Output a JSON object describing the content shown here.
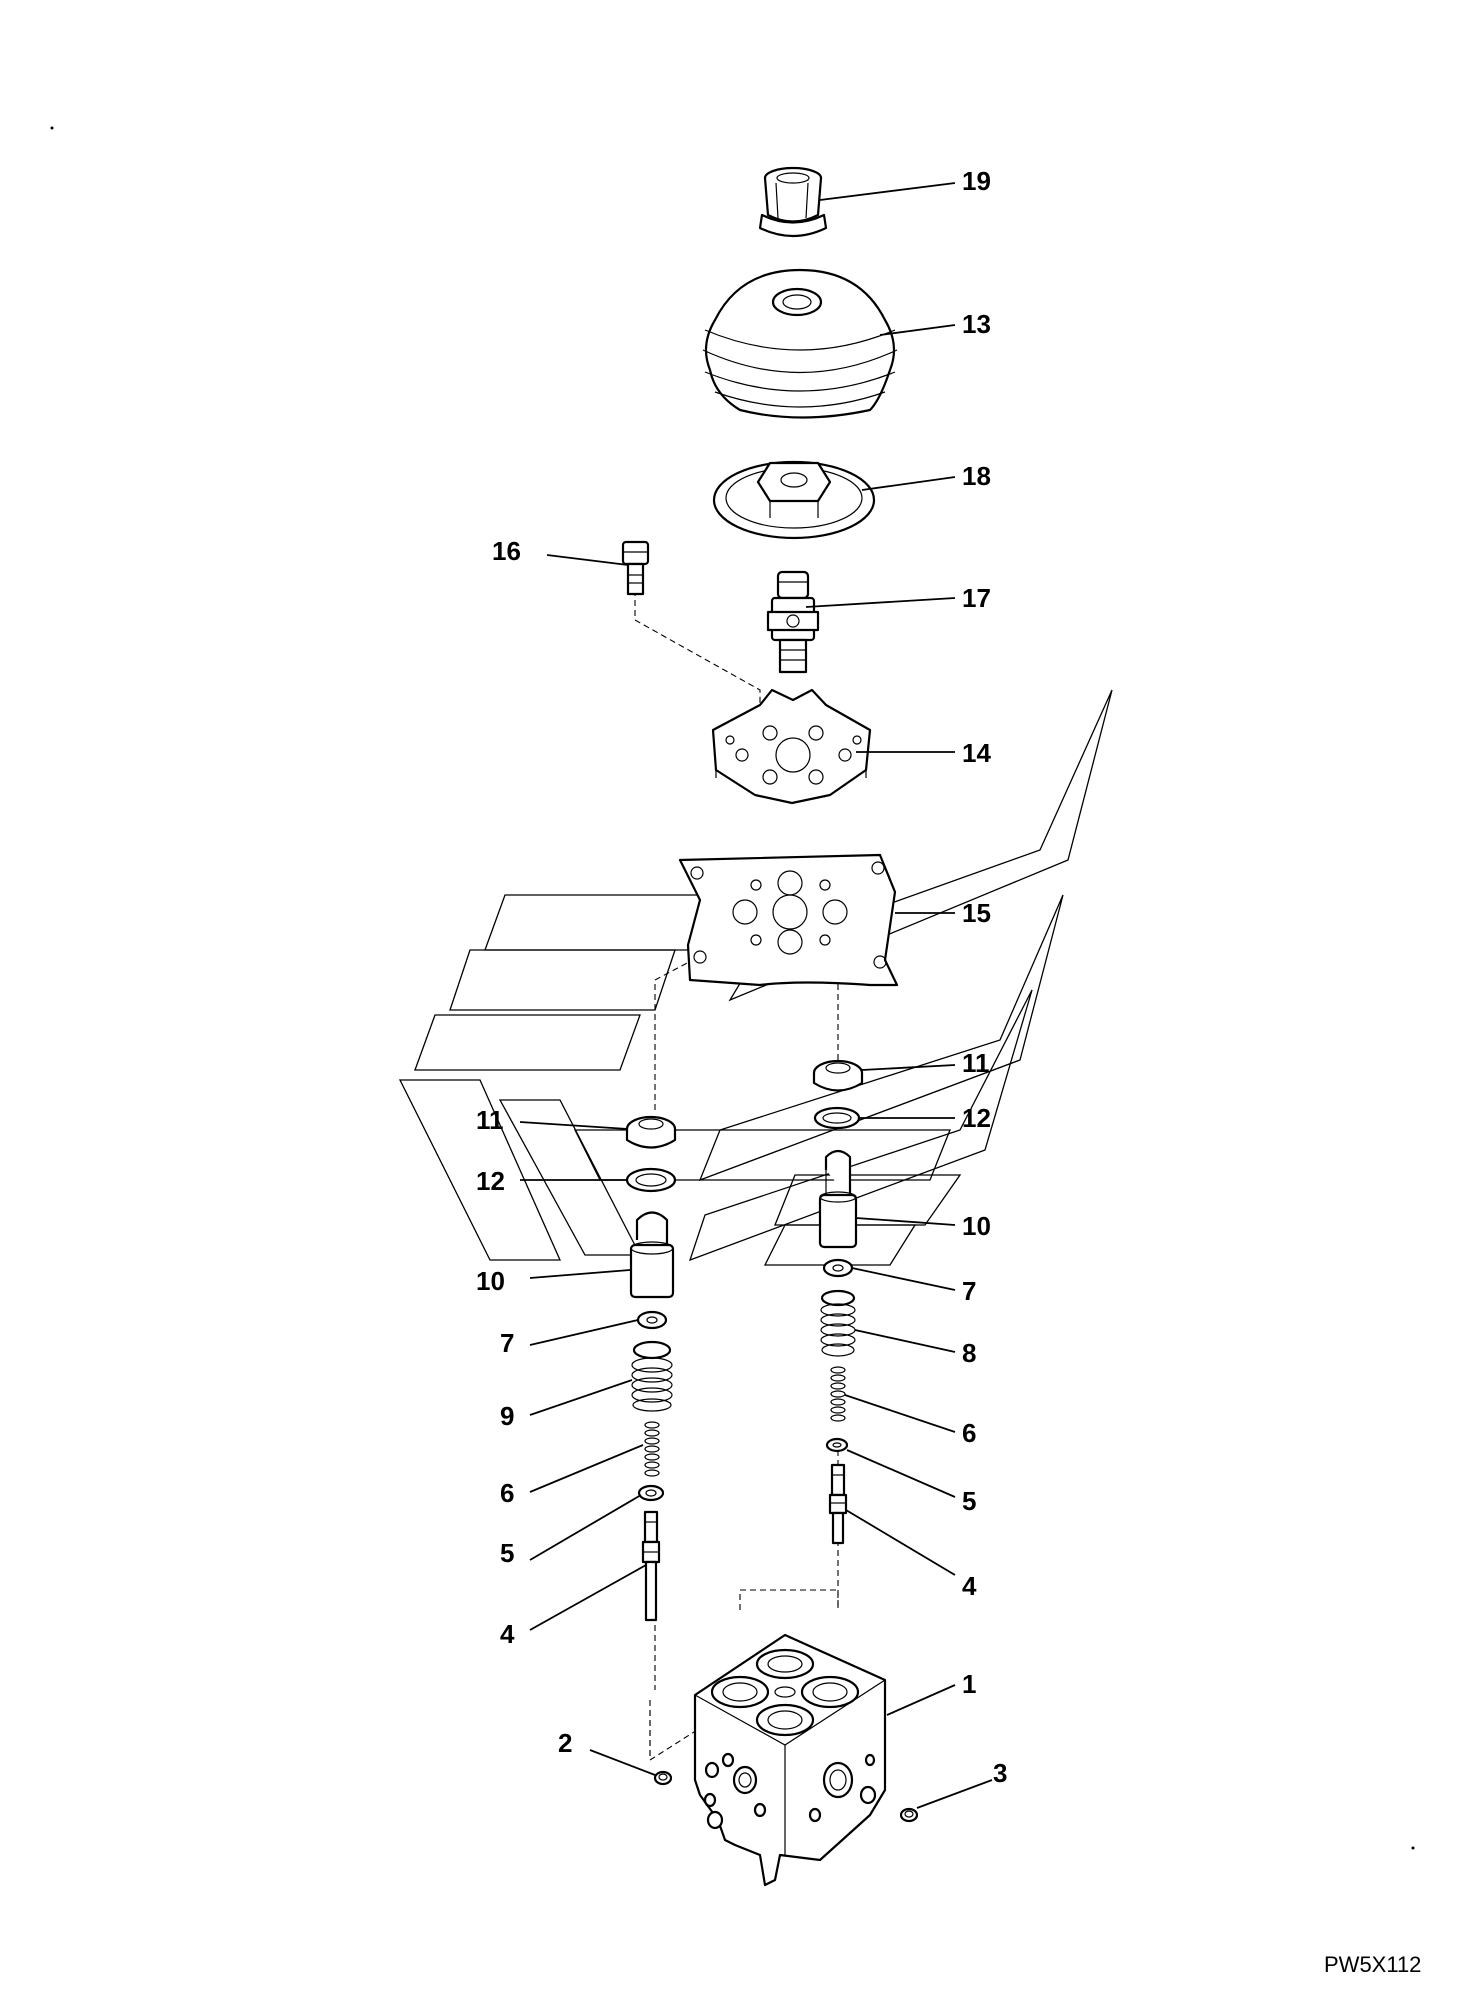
{
  "diagram": {
    "drawing_code": "PW5X112",
    "callouts": [
      {
        "id": "c19",
        "text": "19"
      },
      {
        "id": "c13",
        "text": "13"
      },
      {
        "id": "c18",
        "text": "18"
      },
      {
        "id": "c16",
        "text": "16"
      },
      {
        "id": "c17",
        "text": "17"
      },
      {
        "id": "c14",
        "text": "14"
      },
      {
        "id": "c15",
        "text": "15"
      },
      {
        "id": "c11r",
        "text": "11"
      },
      {
        "id": "c11l",
        "text": "11"
      },
      {
        "id": "c12r",
        "text": "12"
      },
      {
        "id": "c12l",
        "text": "12"
      },
      {
        "id": "c10r",
        "text": "10"
      },
      {
        "id": "c10l",
        "text": "10"
      },
      {
        "id": "c7r",
        "text": "7"
      },
      {
        "id": "c7l",
        "text": "7"
      },
      {
        "id": "c8",
        "text": "8"
      },
      {
        "id": "c9",
        "text": "9"
      },
      {
        "id": "c6r",
        "text": "6"
      },
      {
        "id": "c6l",
        "text": "6"
      },
      {
        "id": "c5r",
        "text": "5"
      },
      {
        "id": "c5l",
        "text": "5"
      },
      {
        "id": "c4r",
        "text": "4"
      },
      {
        "id": "c4l",
        "text": "4"
      },
      {
        "id": "c1",
        "text": "1"
      },
      {
        "id": "c2",
        "text": "2"
      },
      {
        "id": "c3",
        "text": "3"
      }
    ]
  }
}
